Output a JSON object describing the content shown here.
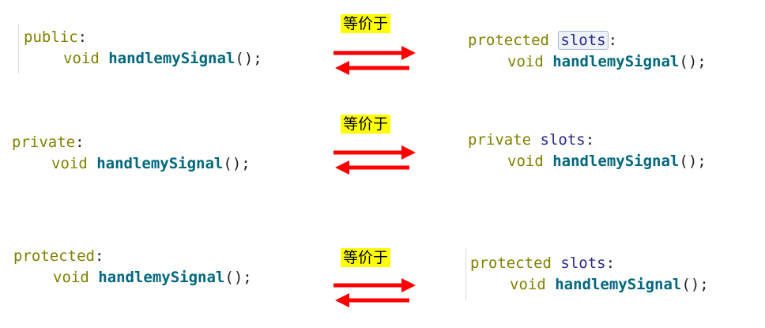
{
  "colors": {
    "arrow": "#ff0000",
    "badge_bg": "#ffff00",
    "keyword": "#808000",
    "slots": "#2a2a8a",
    "function": "#00677c"
  },
  "rows": [
    {
      "badge": "等价于",
      "left": {
        "access": "public",
        "colon": ":",
        "ret": "void",
        "func": "handlemySignal",
        "tail": "();"
      },
      "right": {
        "access": "protected",
        "slots": "slots",
        "colon": ":",
        "ret": "void",
        "func": "handlemySignal",
        "tail": "();"
      }
    },
    {
      "badge": "等价于",
      "left": {
        "access": "private",
        "colon": ":",
        "ret": "void",
        "func": "handlemySignal",
        "tail": "();"
      },
      "right": {
        "access": "private",
        "slots": "slots",
        "colon": ":",
        "ret": "void",
        "func": "handlemySignal",
        "tail": "();"
      }
    },
    {
      "badge": "等价于",
      "left": {
        "access": "protected",
        "colon": ":",
        "ret": "void",
        "func": "handlemySignal",
        "tail": "();"
      },
      "right": {
        "access": "protected",
        "slots": "slots",
        "colon": ":",
        "ret": "void",
        "func": "handlemySignal",
        "tail": "();"
      }
    }
  ]
}
